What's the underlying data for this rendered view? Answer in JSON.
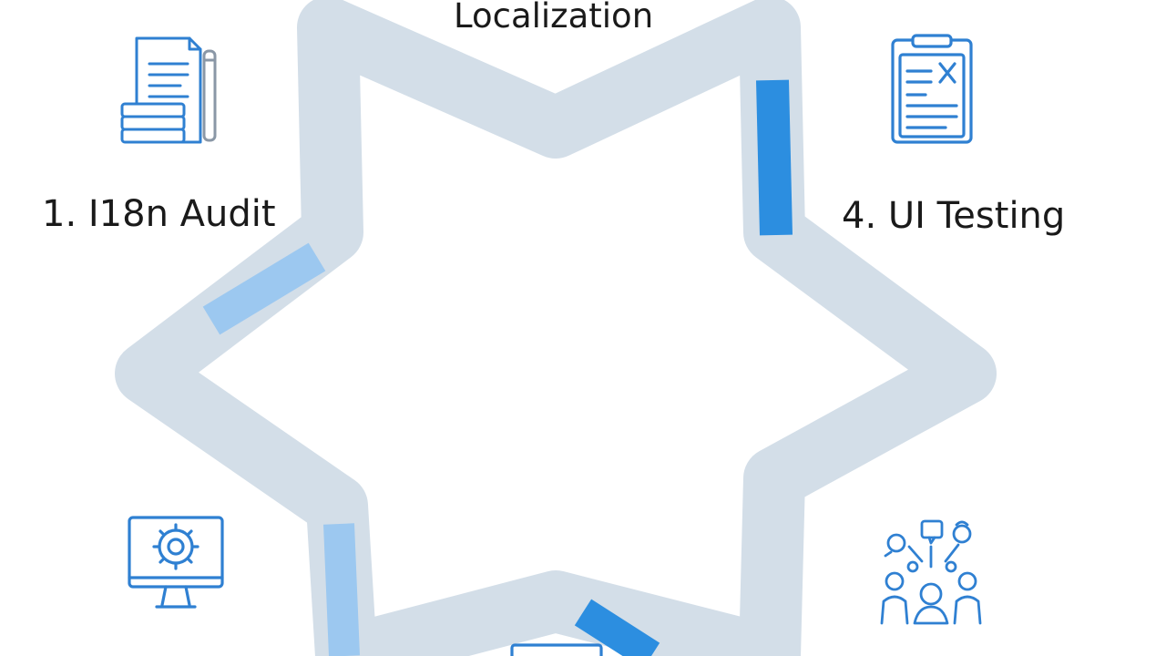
{
  "diagram": {
    "top_label": "Localization",
    "step_1_label": "1. I18n Audit",
    "step_4_label": "4. UI Testing"
  },
  "icons": {
    "top_left": "document-stack-icon",
    "top_right": "clipboard-checklist-icon",
    "bottom_left": "monitor-gear-icon",
    "bottom_right": "user-group-feedback-icon",
    "bottom_center": "monitor-icon"
  },
  "colors": {
    "track": "#d3dee8",
    "highlight_strong": "#2c8ee0",
    "highlight_soft": "#9cc8f0",
    "icon_stroke": "#2f80d2",
    "text": "#1a1a1a"
  }
}
